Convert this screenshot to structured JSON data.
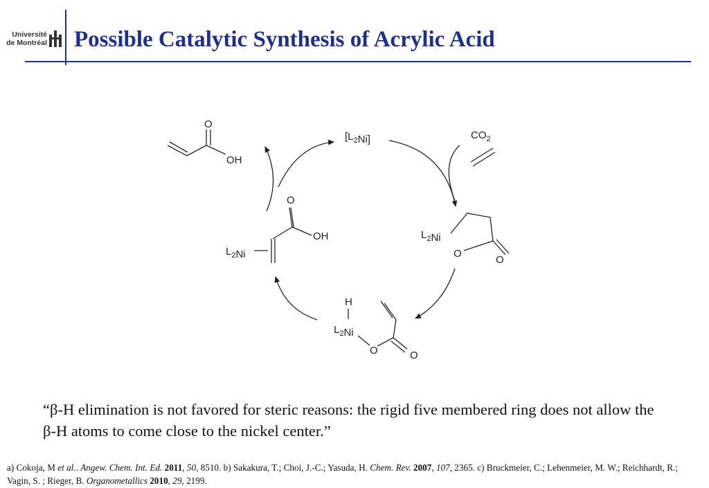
{
  "logo": {
    "line1": "Université",
    "line2": "de Montréal"
  },
  "title": "Possible Catalytic Synthesis of Acrylic Acid",
  "scheme": {
    "catalyst": "[L2Ni]",
    "co2": "CO2",
    "oh": "OH",
    "o": "O",
    "l2ni": "L2Ni",
    "h": "H"
  },
  "quote": {
    "open": "“",
    "beta1": "β",
    "part1": "-H elimination is not favored for steric reasons: the rigid five membered ring does not allow the ",
    "beta2": "β",
    "part2": "-H atoms to come close to the nickel center.”"
  },
  "refs": {
    "a_label": "a) Cokoja, M ",
    "a_etal": "et al.",
    "a_sep": ". ",
    "a_journal": "Angew. Chem. Int. Ed.",
    "a_year": "2011",
    "a_vol": "50",
    "a_pages": ", 8510. ",
    "b_label": "b) Sakakura, T.; Choi, J.-C.; Yasuda, H. ",
    "b_journal": "Chem. Rev.",
    "b_year": "2007",
    "b_vol": "107",
    "b_pages": ", 2365. ",
    "c_label": "c) Bruckmeier, C.; Lehenmeier, M. W.; Reichhardt, R.; Vagin, S. ; Rieger, B. ",
    "c_journal": "Organometallics",
    "c_year": "2010",
    "c_vol": "29",
    "c_pages": ", 2199."
  }
}
